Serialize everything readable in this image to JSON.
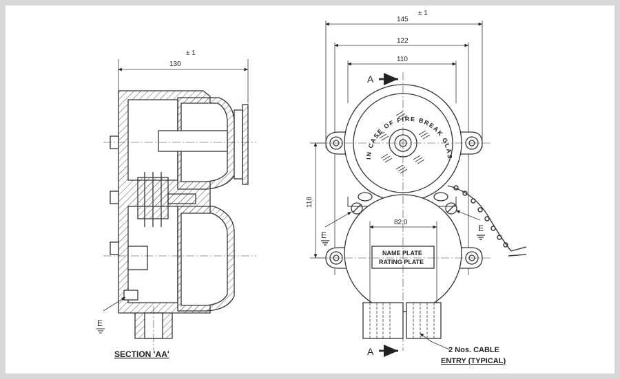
{
  "left_view": {
    "tolerance": "± 1",
    "width_dim": "130",
    "earth_label": "E",
    "caption": "SECTION 'AA'"
  },
  "right_view": {
    "tolerance": "± 1",
    "dim_outer": "145",
    "dim_mid": "122",
    "dim_inner": "110",
    "dim_height": "118",
    "dim_bottom": "82.0",
    "section_mark": "A",
    "section_mark_bottom": "A",
    "glass_text": "IN CASE OF FIRE BREAK GLASS",
    "plate_line1": "NAME PLATE",
    "plate_line2": "RATING PLATE",
    "earth_left": "E",
    "earth_right": "E",
    "cable_note_1": "2 Nos. CABLE",
    "cable_note_2": "ENTRY (TYPICAL)"
  }
}
